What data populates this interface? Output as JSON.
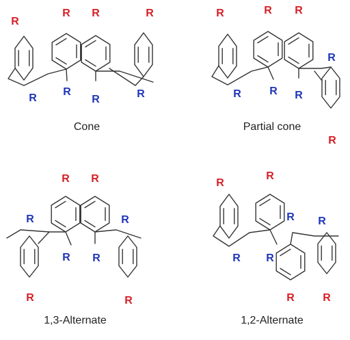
{
  "substituent_label": "R",
  "colors": {
    "upper_rim": "#d61f26",
    "lower_rim": "#1f35b8",
    "bond": "#333333"
  },
  "panels": [
    {
      "caption": "Cone"
    },
    {
      "caption": "Partial cone"
    },
    {
      "caption": "1,3-Alternate"
    },
    {
      "caption": "1,2-Alternate"
    }
  ]
}
